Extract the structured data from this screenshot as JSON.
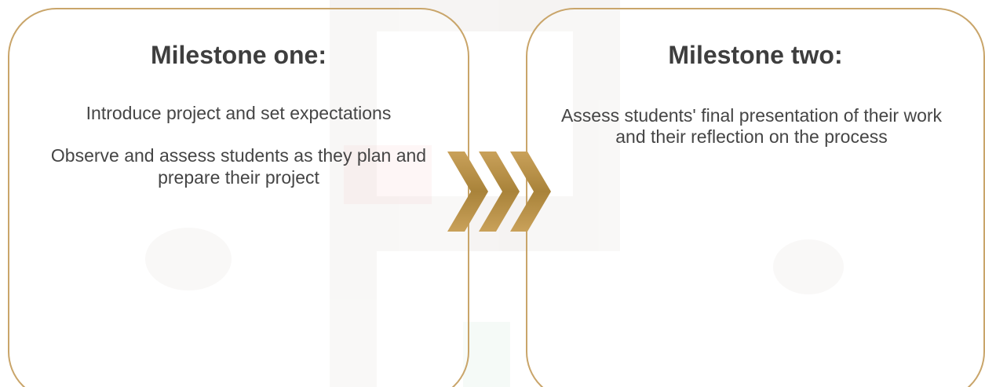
{
  "milestones": [
    {
      "title": "Milestone one:",
      "paragraphs": [
        "Introduce project and set expectations",
        "Observe and assess students as they plan and prepare their project"
      ]
    },
    {
      "title": "Milestone two:",
      "paragraphs": [
        "Assess students' final presentation of their work and their reflection on the process"
      ]
    }
  ],
  "colors": {
    "border": "#c9a56a",
    "arrow_dark": "#b08a3e",
    "arrow_light": "#c9a15a",
    "text": "#454545"
  },
  "connector": {
    "icon": "triple-chevron-right-icon"
  }
}
